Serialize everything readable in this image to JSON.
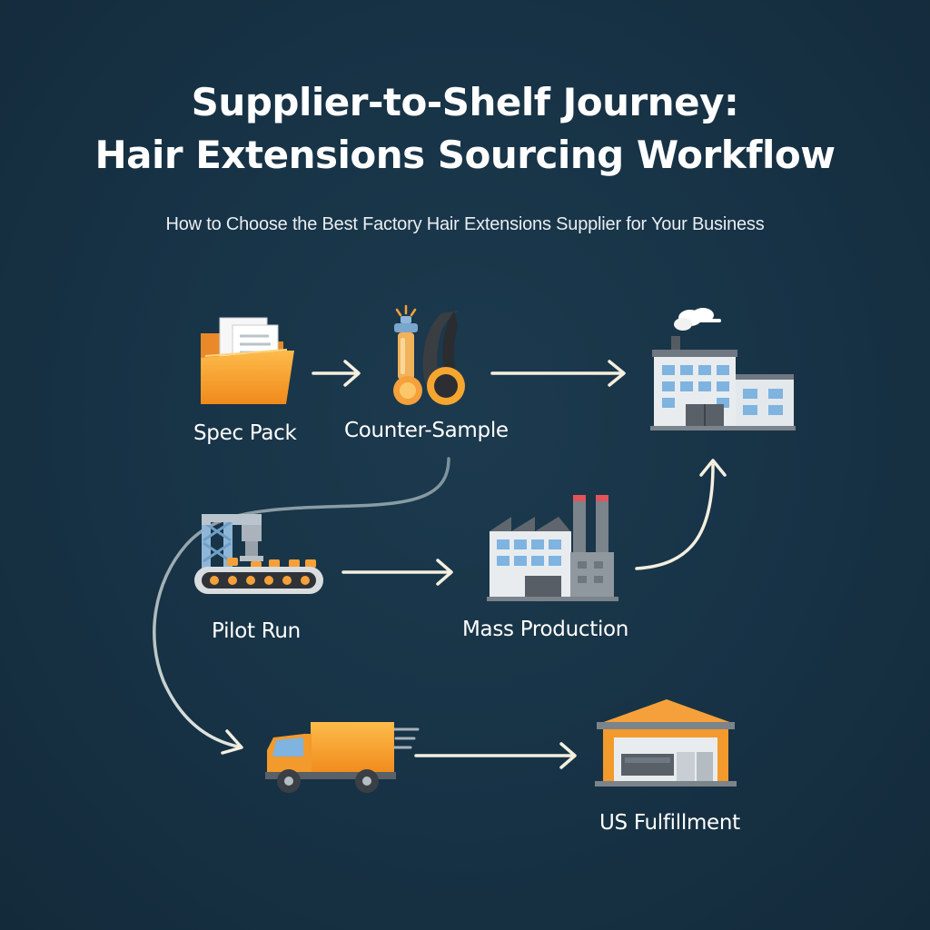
{
  "header": {
    "title_line1": "Supplier-to-Shelf Journey:",
    "title_line2": "Hair Extensions Sourcing Workflow",
    "subtitle": "How to Choose the Best Factory Hair Extensions Supplier for Your Business"
  },
  "steps": [
    {
      "label": "Spec Pack",
      "icon": "folder-document-icon"
    },
    {
      "label": "Counter-Sample",
      "icon": "hair-sample-icon"
    },
    {
      "label": "",
      "icon": "office-factory-icon"
    },
    {
      "label": "Pilot Run",
      "icon": "conveyor-machine-icon"
    },
    {
      "label": "Mass Production",
      "icon": "industrial-factory-icon"
    },
    {
      "label": "",
      "icon": "delivery-truck-icon"
    },
    {
      "label": "US Fulfillment",
      "icon": "warehouse-icon"
    }
  ],
  "colors": {
    "background": "#173245",
    "accent_orange": "#f5a03a",
    "arrow": "#f4efdf",
    "building_gray": "#9aa3ab",
    "window_blue": "#7fb3e0"
  }
}
